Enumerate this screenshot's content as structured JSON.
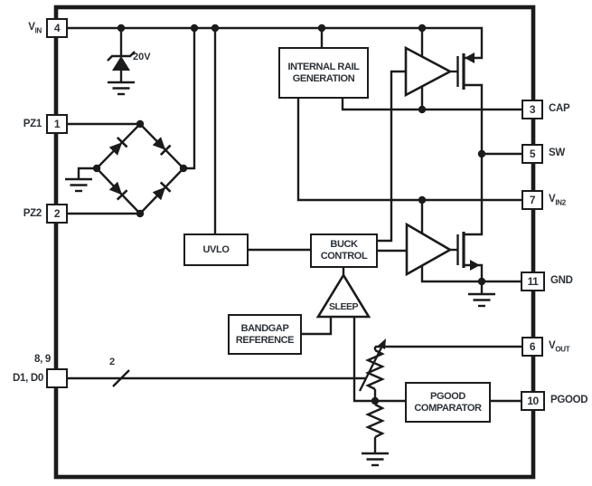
{
  "diagram": {
    "type": "ic-functional-block-diagram"
  },
  "colors": {
    "line": "#1b1b1b",
    "text": "#2d3237",
    "background": "#ffffff"
  },
  "pins": {
    "left": [
      {
        "number": "4",
        "label": "V",
        "label_sub": "IN"
      },
      {
        "number": "1",
        "label": "PZ1",
        "label_sub": ""
      },
      {
        "number": "2",
        "label": "PZ2",
        "label_sub": ""
      },
      {
        "number": "",
        "label": "D1, D0",
        "label_sub": "",
        "label_top": "8, 9"
      }
    ],
    "right": [
      {
        "number": "3",
        "label": "CAP",
        "label_sub": ""
      },
      {
        "number": "5",
        "label": "SW",
        "label_sub": ""
      },
      {
        "number": "7",
        "label": "V",
        "label_sub": "IN2"
      },
      {
        "number": "11",
        "label": "GND",
        "label_sub": ""
      },
      {
        "number": "6",
        "label": "V",
        "label_sub": "OUT"
      },
      {
        "number": "10",
        "label": "PGOOD",
        "label_sub": ""
      }
    ]
  },
  "blocks": {
    "internal_rail_generation": {
      "line1": "INTERNAL RAIL",
      "line2": "GENERATION"
    },
    "uvlo": {
      "line1": "UVLO"
    },
    "buck_control": {
      "line1": "BUCK",
      "line2": "CONTROL"
    },
    "bandgap_reference": {
      "line1": "BANDGAP",
      "line2": "REFERENCE"
    },
    "pgood_comparator": {
      "line1": "PGOOD",
      "line2": "COMPARATOR"
    },
    "sleep": {
      "label": "SLEEP"
    }
  },
  "annotations": {
    "zener_voltage": "20V",
    "bus_width": "2"
  }
}
